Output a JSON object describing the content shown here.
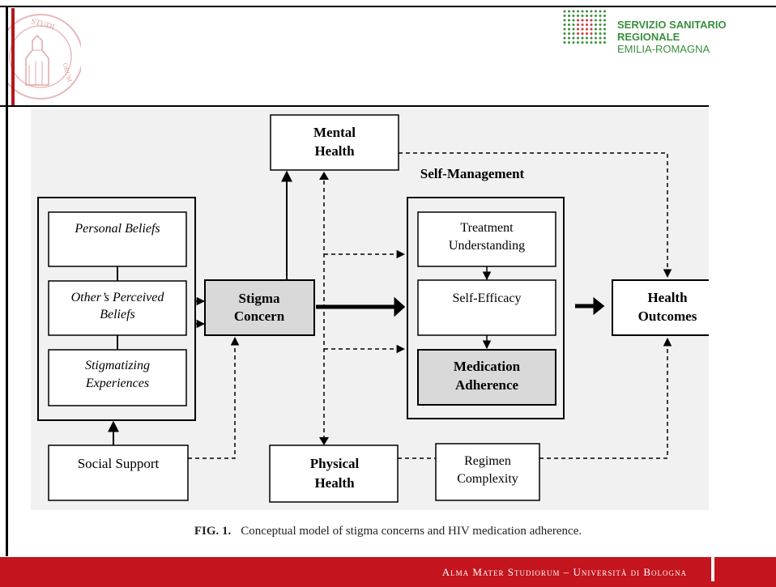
{
  "header": {
    "ssr_line1": "SERVIZIO SANITARIO REGIONALE",
    "ssr_line2": "EMILIA-ROMAGNA",
    "seal_text": "ALMA MATER STUDIORUM UNIVERSITÀ DI BOLOGNA"
  },
  "diagram": {
    "mental_health": [
      "Mental",
      "Health"
    ],
    "self_management_label": "Self-Management",
    "personal_beliefs": "Personal Beliefs",
    "others_beliefs": [
      "Other’s Perceived",
      "Beliefs"
    ],
    "stigmatizing": [
      "Stigmatizing",
      "Experiences"
    ],
    "stigma_concern": [
      "Stigma",
      "Concern"
    ],
    "treatment": [
      "Treatment",
      "Understanding"
    ],
    "self_efficacy": "Self-Efficacy",
    "medication": [
      "Medication",
      "Adherence"
    ],
    "health_outcomes": [
      "Health",
      "Outcomes"
    ],
    "social_support": "Social Support",
    "physical_health": [
      "Physical",
      "Health"
    ],
    "regimen": [
      "Regimen",
      "Complexity"
    ]
  },
  "caption": {
    "label": "FIG. 1.",
    "text": "Conceptual model of stigma concerns and HIV medication adherence."
  },
  "footer": {
    "text": "Alma Mater Studiorum – Università di Bologna"
  },
  "colors": {
    "accent_red": "#c4141d",
    "ssr_green": "#3a8f3d",
    "ssr_red_dots": "#d0343a",
    "box_gray": "#d9d9d9"
  }
}
